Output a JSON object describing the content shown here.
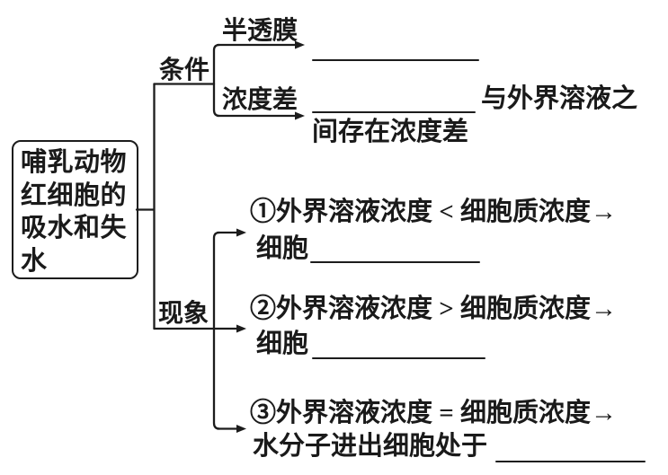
{
  "figure": {
    "title_topic": "哺乳动物红细胞的吸水和失水",
    "background_color": "#ffffff",
    "ink_color": "#1a1a1a",
    "root": {
      "label": "哺乳动物\n红细胞的\n吸水和失\n水"
    },
    "condition_branch": {
      "label": "条件",
      "sub_semipermeable": {
        "label": "半透膜",
        "blank": ""
      },
      "sub_concentration": {
        "label": "浓度差",
        "blank": "",
        "note_line1": "与外界溶液之",
        "note_line2": "间存在浓度差"
      }
    },
    "phenomenon_branch": {
      "label": "现象",
      "items": [
        {
          "line1": "①外界溶液浓度 < 细胞质浓度→",
          "line2_prefix": "细胞",
          "blank": ""
        },
        {
          "line1": "②外界溶液浓度 > 细胞质浓度→",
          "line2_prefix": "细胞",
          "blank": ""
        },
        {
          "line1": "③外界溶液浓度 = 细胞质浓度→",
          "line2_prefix": "水分子进出细胞处于",
          "blank": ""
        }
      ]
    }
  }
}
